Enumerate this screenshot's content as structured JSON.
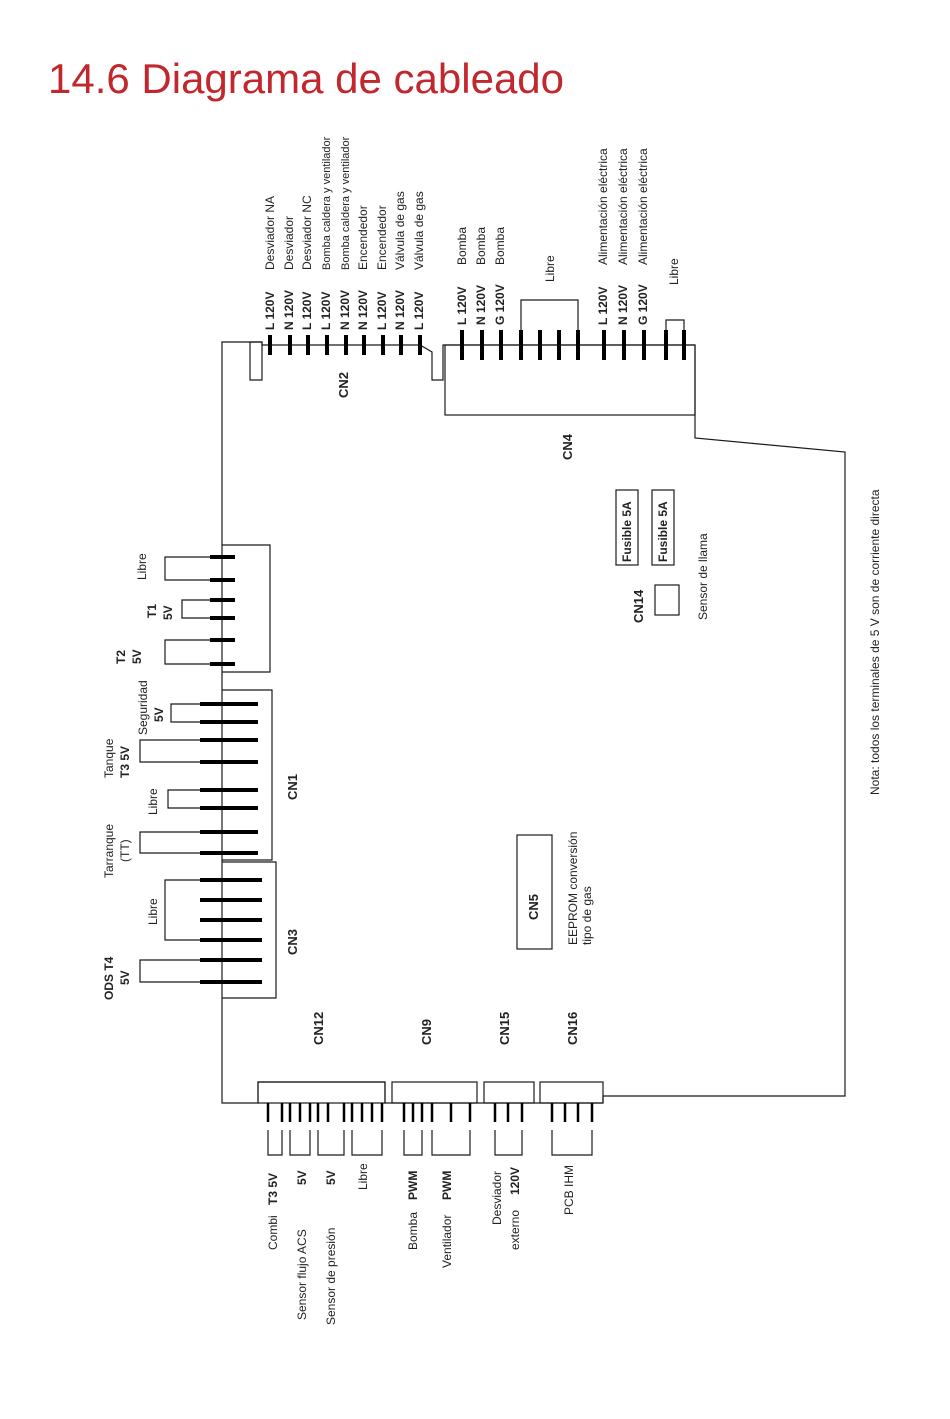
{
  "title": "14.6 Diagrama de cableado",
  "colors": {
    "title": "#c1272d",
    "line": "#1a1a1a"
  },
  "note": "Nota: todos los terminales de 5 V son de corriente directa",
  "cn2": {
    "name": "CN2",
    "pins": [
      {
        "v": "L 120V",
        "d": "Desviador NA"
      },
      {
        "v": "N 120V",
        "d": "Desviador"
      },
      {
        "v": "L 120V",
        "d": "Desviador NC"
      },
      {
        "v": "L 120V",
        "d": "Bomba caldera y ventilador"
      },
      {
        "v": "N 120V",
        "d": "Bomba caldera y ventilador"
      },
      {
        "v": "N 120V",
        "d": "Encendedor"
      },
      {
        "v": "L 120V",
        "d": "Encendedor"
      },
      {
        "v": "N 120V",
        "d": "Válvula de gas"
      },
      {
        "v": "L 120V",
        "d": "Válvula de gas"
      }
    ]
  },
  "cn4": {
    "name": "CN4",
    "pins": [
      {
        "v": "L 120V",
        "d": "Bomba"
      },
      {
        "v": "N 120V",
        "d": "Bomba"
      },
      {
        "v": "G 120V",
        "d": "Bomba"
      },
      {
        "v": "L 120V",
        "d": "Alimentación eléctrica"
      },
      {
        "v": "N 120V",
        "d": "Alimentación eléctrica"
      },
      {
        "v": "G 120V",
        "d": "Alimentación eléctrica"
      }
    ],
    "libre1": "Libre",
    "libre2": "Libre"
  },
  "fuses": [
    "Fusible 5A",
    "Fusible 5A"
  ],
  "cn14": {
    "name": "CN14",
    "label": "Sensor de llama"
  },
  "cn5": {
    "name": "CN5",
    "label1": "EEPROM conversión",
    "label2": "tipo de gas"
  },
  "cn1": {
    "name": "CN1"
  },
  "cn3": {
    "name": "CN3"
  },
  "left": {
    "libre_top": "Libre",
    "t1": "T1",
    "t1v": "5V",
    "t2": "T2",
    "t2v": "5V",
    "seguridad": "Seguridad",
    "seguridad_v": "5V",
    "tanque": "Tanque",
    "tanque_v": "T3 5V",
    "libre_cn1": "Libre",
    "tarranque": "Tarranque",
    "tarranque_v": "(TT)",
    "libre_cn3": "Libre",
    "ods": "ODS T4",
    "ods_v": "5V"
  },
  "bottom": {
    "cn12": "CN12",
    "cn9": "CN9",
    "cn15": "CN15",
    "cn16": "CN16",
    "combi": "Combi",
    "combi_v": "T3 5V",
    "acs": "Sensor flujo ACS",
    "acs_v": "5V",
    "presion": "Sensor de presión",
    "presion_v": "5V",
    "libre": "Libre",
    "bomba": "Bomba",
    "bomba_v": "PWM",
    "ventilador": "Ventilador",
    "ventilador_v": "PWM",
    "desviador1": "Desviador",
    "desviador2": "externo",
    "desviador_v": "120V",
    "pcb": "PCB IHM"
  }
}
